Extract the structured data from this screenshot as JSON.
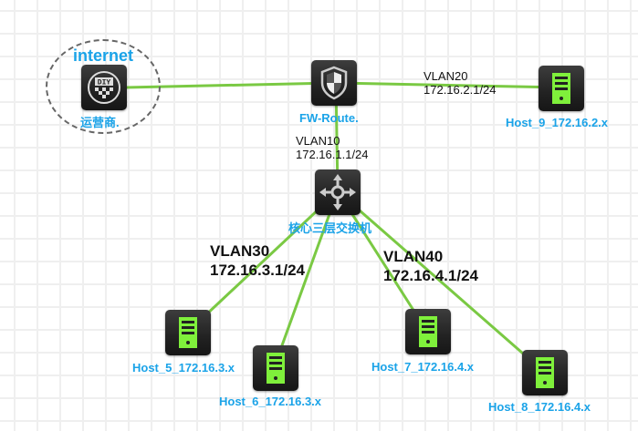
{
  "diagram": {
    "type": "network-topology",
    "colors": {
      "link": "#7ac943",
      "label": "#1aa3e8",
      "host_accent": "#7ff03b",
      "node_body": "#222222",
      "cloud_border": "#666666",
      "grid": "#efefef"
    },
    "cloud": {
      "label": "internet"
    },
    "nodes": {
      "isp": {
        "label": "运营商.",
        "icon": "diy-isp-icon",
        "badge": "DIY"
      },
      "firewall": {
        "label": "FW-Route.",
        "icon": "shield-firewall-icon"
      },
      "core_switch": {
        "label": "核心三层交换机",
        "icon": "l3-switch-arrows-icon"
      },
      "host9": {
        "label": "Host_9_172.16.2.x",
        "icon": "server-icon"
      },
      "host5": {
        "label": "Host_5_172.16.3.x",
        "icon": "server-icon"
      },
      "host6": {
        "label": "Host_6_172.16.3.x",
        "icon": "server-icon"
      },
      "host7": {
        "label": "Host_7_172.16.4.x",
        "icon": "server-icon"
      },
      "host8": {
        "label": "Host_8_172.16.4.x",
        "icon": "server-icon"
      }
    },
    "links": [
      {
        "from": "isp",
        "to": "firewall"
      },
      {
        "from": "firewall",
        "to": "host9"
      },
      {
        "from": "firewall",
        "to": "core_switch"
      },
      {
        "from": "core_switch",
        "to": "host5"
      },
      {
        "from": "core_switch",
        "to": "host6"
      },
      {
        "from": "core_switch",
        "to": "host7"
      },
      {
        "from": "core_switch",
        "to": "host8"
      }
    ],
    "vlan_labels": {
      "vlan20": {
        "name": "VLAN20",
        "subnet": "172.16.2.1/24"
      },
      "vlan10": {
        "name": "VLAN10",
        "subnet": "172.16.1.1/24"
      },
      "vlan30": {
        "name": "VLAN30",
        "subnet": "172.16.3.1/24"
      },
      "vlan40": {
        "name": "VLAN40",
        "subnet": "172.16.4.1/24"
      }
    }
  }
}
